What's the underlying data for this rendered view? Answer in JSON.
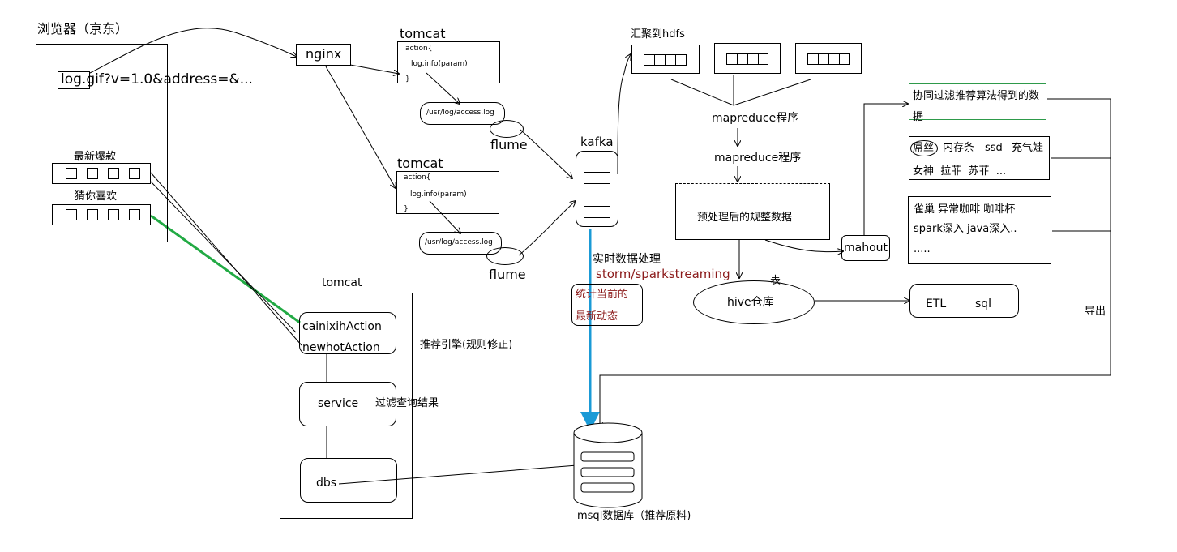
{
  "browser": {
    "title": "浏览器（京东）",
    "log_request": "log.gif?v=1.0&address=&...",
    "hot_label": "最新爆款",
    "guess_label": "猜你喜欢"
  },
  "nginx": {
    "label": "nginx"
  },
  "tomcat_top": {
    "title": "tomcat",
    "code_lines": [
      "action{",
      "log.info(param)",
      "}"
    ],
    "log_file": "/usr/log/access.log",
    "flume": "flume"
  },
  "tomcat_mid": {
    "title": "tomcat",
    "code_lines": [
      "action{",
      "log.info(param)",
      "}"
    ],
    "log_file": "/usr/log/access.log",
    "flume": "flume"
  },
  "kafka": {
    "label": "kafka"
  },
  "hdfs": {
    "label": "汇聚到hdfs"
  },
  "mapreduce": {
    "label1": "mapreduce程序",
    "label2": "mapreduce程序"
  },
  "preprocessed": {
    "label": "预处理后的规整数据"
  },
  "mahout": {
    "label": "mahout"
  },
  "hive": {
    "label": "hive仓库",
    "table_label": "表"
  },
  "etl": {
    "etl": "ETL",
    "sql": "sql"
  },
  "cf": {
    "label": "协同过滤推荐算法得到的数据"
  },
  "recs": {
    "box1_line1": [
      "屌丝",
      "内存条",
      "ssd",
      "充气娃"
    ],
    "box1_line2": "女神  拉菲  苏菲  ...",
    "box2_line1": "雀巢 异常咖啡 咖啡杯",
    "box2_line2": "spark深入 java深入..",
    "box2_line3": "....."
  },
  "export": {
    "label": "导出"
  },
  "realtime": {
    "label": "实时数据处理",
    "engine": "storm/sparkstreaming",
    "stat_line1": "统计当前的",
    "stat_line2": "最新动态"
  },
  "tomcat_bottom": {
    "title": "tomcat",
    "action1": "cainixihAction",
    "action2": "newhotAction",
    "engine_note": "推荐引擎(规则修正)",
    "service": "service",
    "service_note": "过滤查询结果",
    "dbs": "dbs"
  },
  "mysql": {
    "label": "msql数据库（推荐原料)"
  },
  "colors": {
    "green_line": "#22aa44",
    "blue_arrow": "#1a9ad6",
    "green_box": "#2e9a4a",
    "red_text": "#8b1a1a"
  }
}
